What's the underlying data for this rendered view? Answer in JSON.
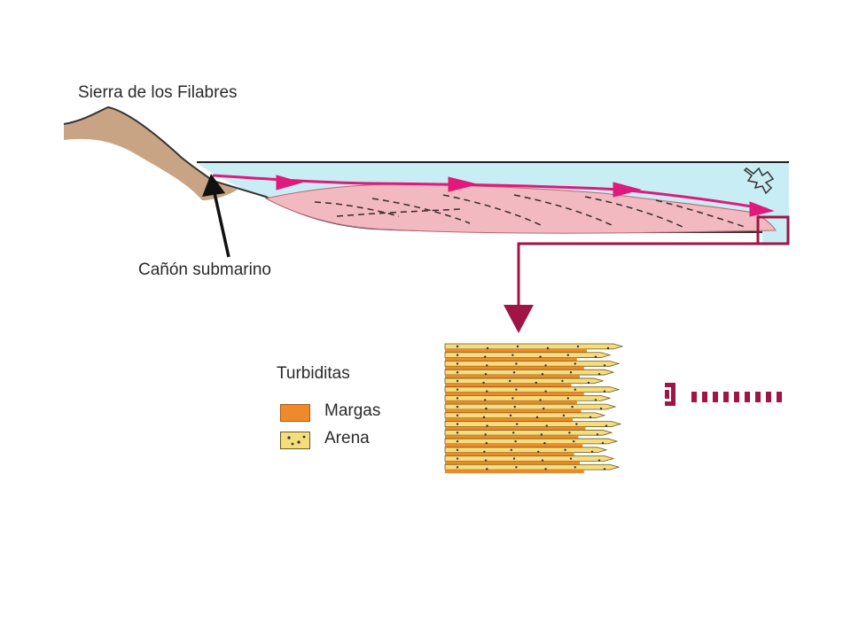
{
  "labels": {
    "mountain": "Sierra de los Filabres",
    "canyon": "Cañón submarino"
  },
  "legend": {
    "title": "Turbiditas",
    "items": [
      {
        "label": "Margas",
        "color": "#f0892a"
      },
      {
        "label": "Arena",
        "color": "#f5dc7c"
      }
    ]
  },
  "colors": {
    "sea": "#c9edf4",
    "fan": "#f2b9c0",
    "mountain": "#c8a484",
    "arrows": "#e0197a",
    "callout": "#a01545",
    "sand": "#f5dc7c",
    "marl": "#f0892a"
  }
}
